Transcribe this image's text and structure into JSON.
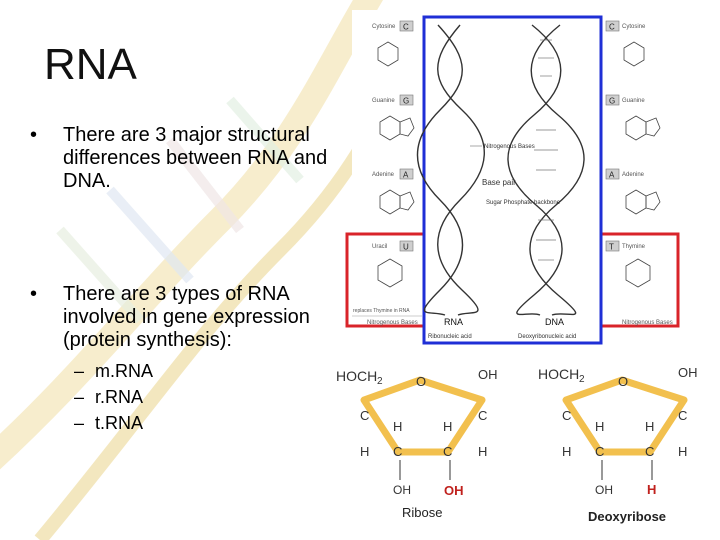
{
  "slide": {
    "title": "RNA",
    "bullets": [
      {
        "marker": "•",
        "text": "There are 3 major structural differences between RNA and DNA."
      },
      {
        "marker": "•",
        "text": "There are 3 types of RNA involved in gene expression (protein synthesis):"
      }
    ],
    "subitems": [
      {
        "marker": "–",
        "text": "m.RNA"
      },
      {
        "marker": "–",
        "text": "r.RNA"
      },
      {
        "marker": "–",
        "text": "t.RNA"
      }
    ]
  },
  "figure": {
    "left_labels": [
      "Cytosine",
      "Guanine",
      "Adenine",
      "Uracil"
    ],
    "left_letters": [
      "C",
      "G",
      "A",
      "U"
    ],
    "right_labels": [
      "Cytosine",
      "Guanine",
      "Adenine",
      "Thymine"
    ],
    "right_letters": [
      "C",
      "G",
      "A",
      "T"
    ],
    "replaces_note": "replaces Thymine in RNA",
    "nitrogenous_bases": "Nitrogenous Bases",
    "center_labels": {
      "nitro": "Nitrogenous Bases",
      "base_pair": "Base pair",
      "backbone": "Sugar Phosphate backbone",
      "rna": "RNA",
      "dna": "DNA",
      "rna_full": "Ribonucleic acid",
      "dna_full": "Deoxyribonucleic acid"
    },
    "sugars": {
      "hoch2": "HOCH",
      "sub2": "2",
      "o": "O",
      "oh": "OH",
      "c": "C",
      "h": "H",
      "ribose_oh": "OH",
      "deoxy_h": "H",
      "ribose": "Ribose",
      "deoxyribose": "Deoxyribose"
    },
    "colors": {
      "blue_frame": "#1f2fd6",
      "red_frame": "#d9242a",
      "ring": "#f2c04e",
      "red_text": "#c0211d"
    }
  }
}
